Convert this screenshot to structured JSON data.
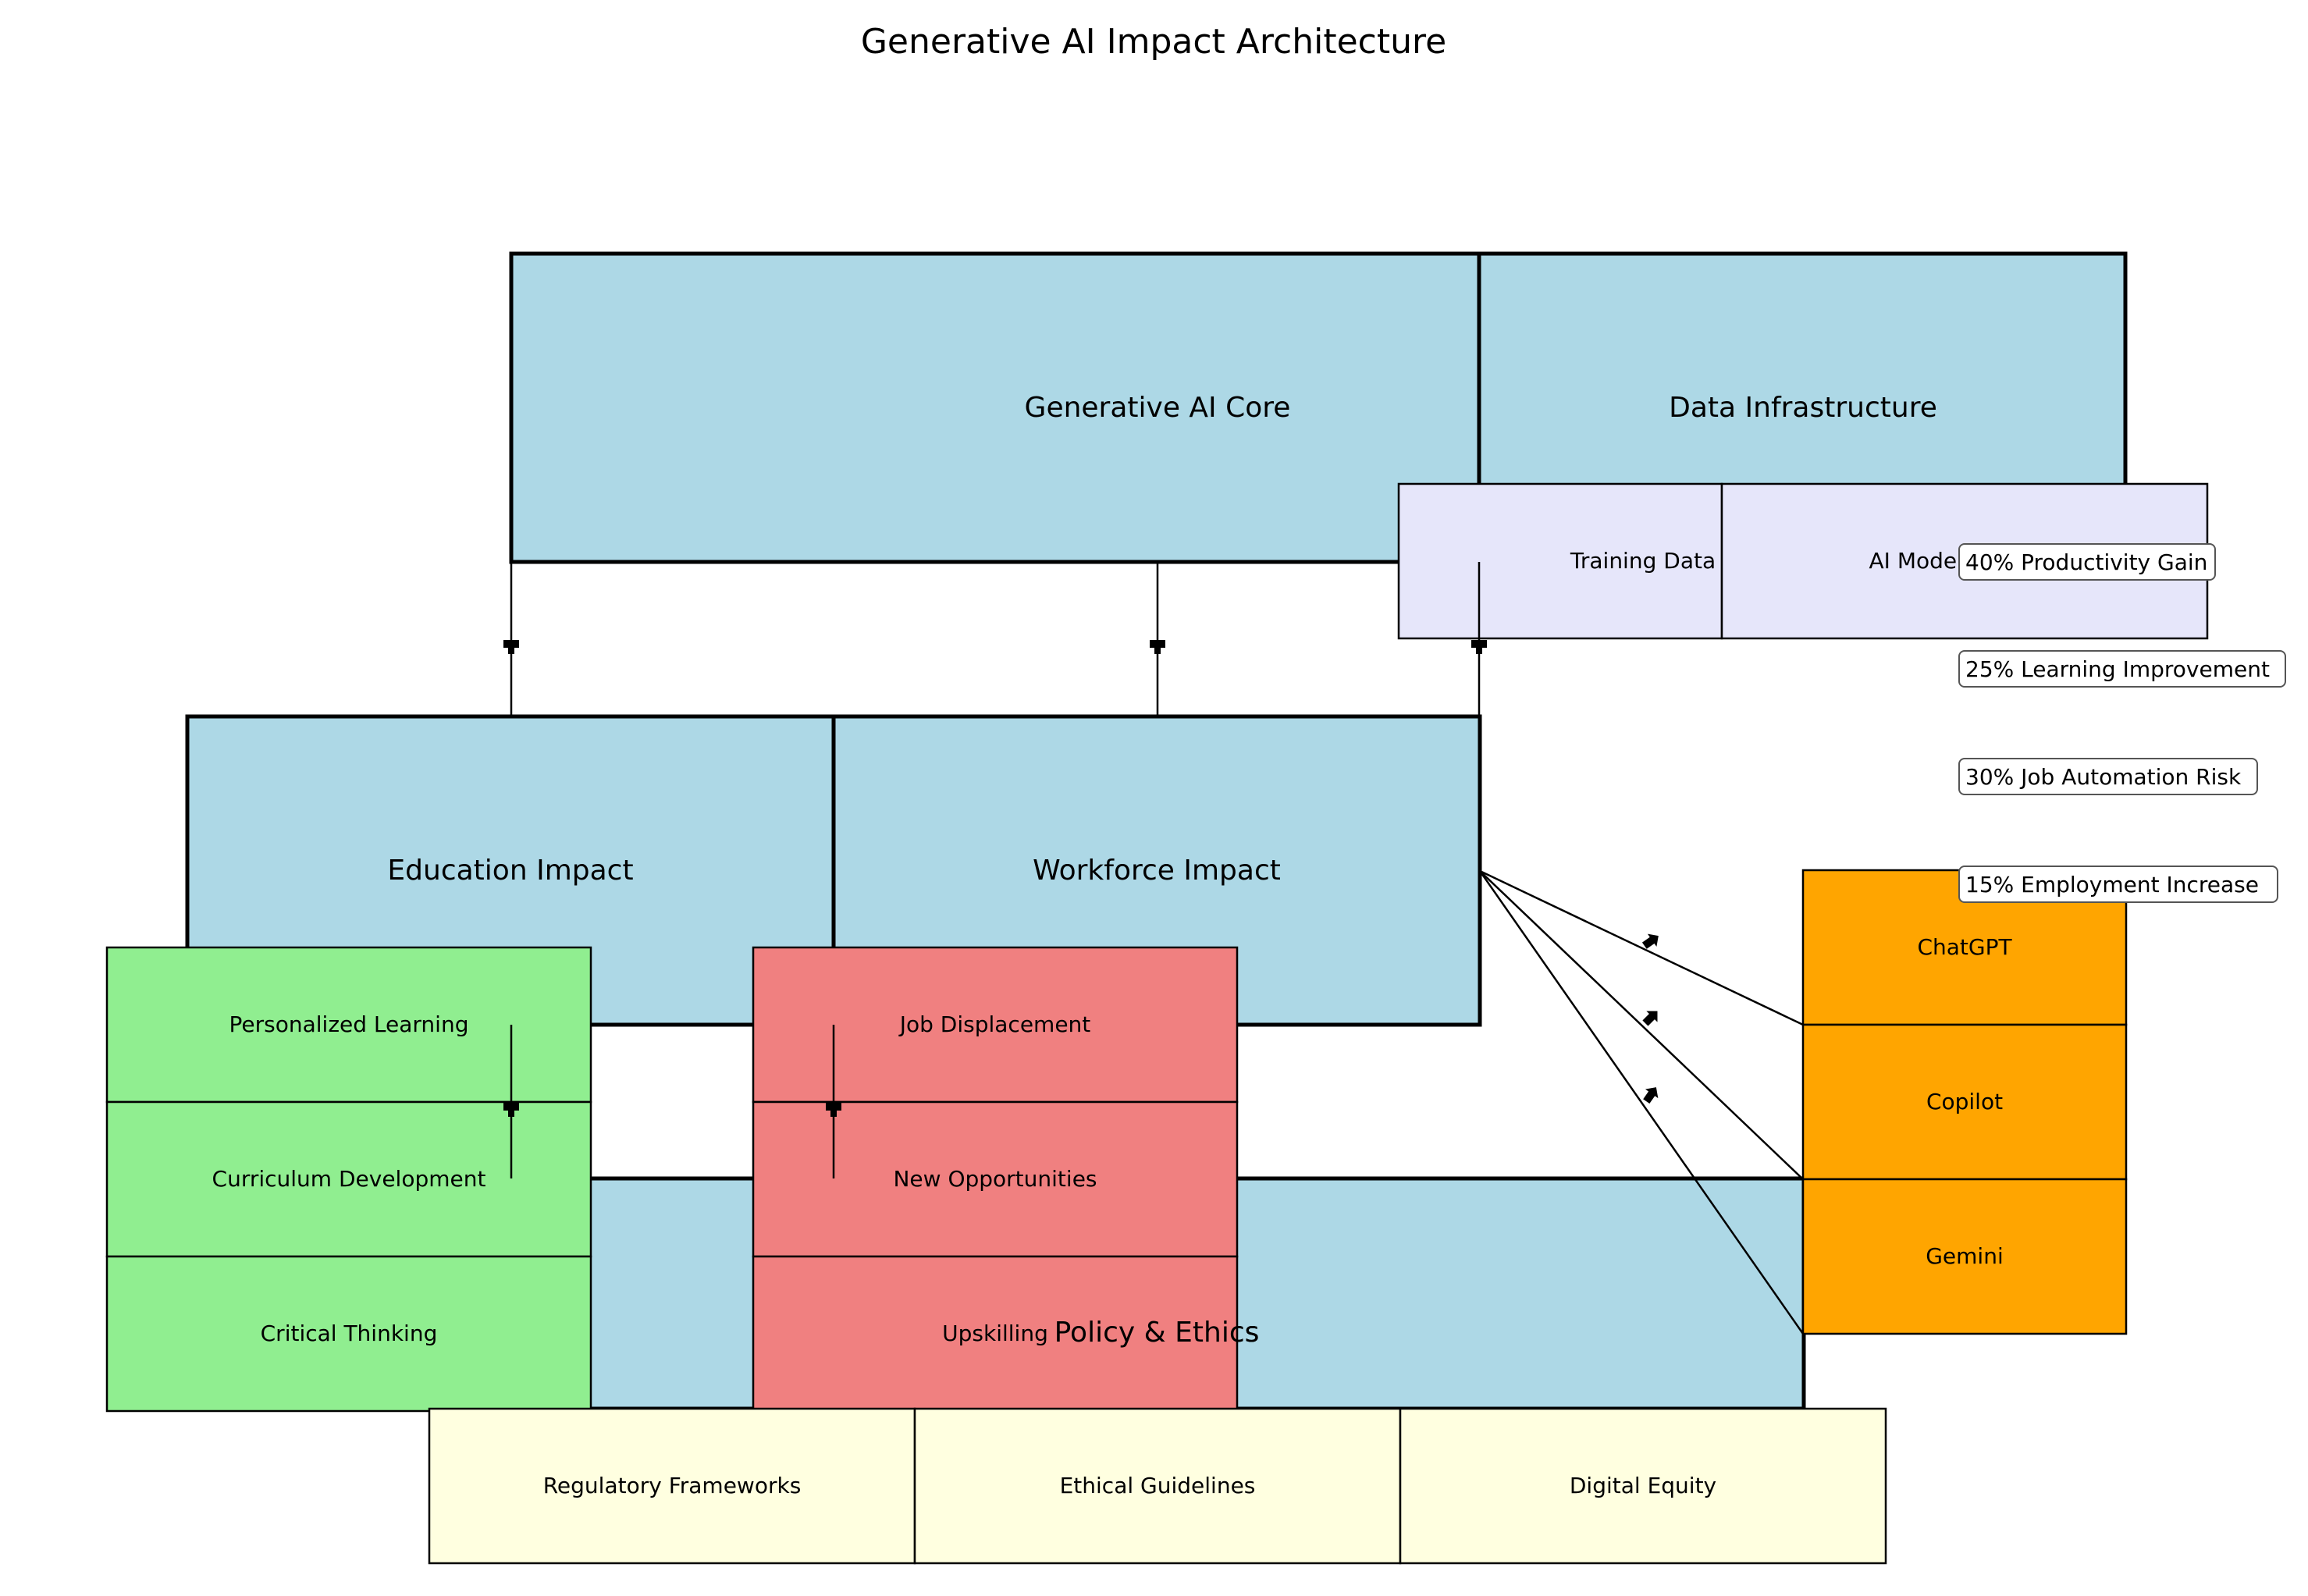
{
  "title": "Generative AI Impact Architecture",
  "colors": {
    "main": "#add8e6",
    "sub_lavender": "#e6e6fa",
    "education": "#90ee90",
    "workforce": "#f08080",
    "policy": "#ffffe0",
    "tools": "#ffa500"
  },
  "nodes": {
    "core": "Generative AI Core",
    "data_infrastructure": "Data Infrastructure",
    "education": "Education Impact",
    "workforce": "Workforce Impact",
    "policy": "Policy & Ethics"
  },
  "data_sub": [
    "Training Data",
    "AI Models"
  ],
  "education_sub": [
    "Personalized Learning",
    "Curriculum Development",
    "Critical Thinking"
  ],
  "workforce_sub": [
    "Job Displacement",
    "New Opportunities",
    "Upskilling"
  ],
  "policy_sub": [
    "Regulatory Frameworks",
    "Ethical Guidelines",
    "Digital Equity"
  ],
  "tools": [
    "ChatGPT",
    "Copilot",
    "Gemini"
  ],
  "stats": [
    "40% Productivity Gain",
    "25% Learning Improvement",
    "30% Job Automation Risk",
    "15% Employment Increase"
  ]
}
